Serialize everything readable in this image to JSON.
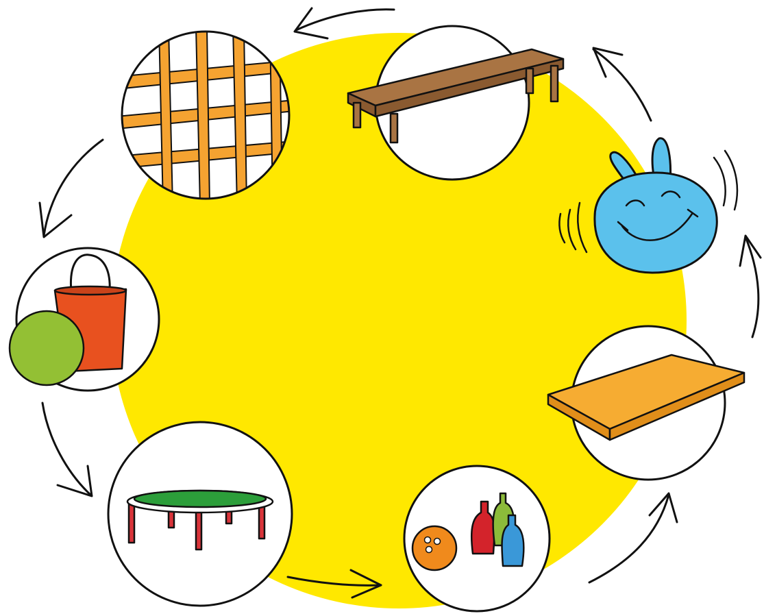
{
  "colors": {
    "background": "#ffffff",
    "center_circle": "#ffe800",
    "outline": "#111111",
    "bench_wood": "#a97443",
    "climbing_net": "#f5a331",
    "ball_green": "#93c034",
    "tote_bag": "#e8511f",
    "trampoline_mat": "#2c9e3a",
    "trampoline_legs": "#d9343a",
    "bowling_ball": "#f08a1c",
    "pin_red": "#d3232b",
    "pin_green": "#8cbb3a",
    "pin_blue": "#3a98d8",
    "board": "#f6ac32",
    "mascot": "#5bc1ec"
  },
  "cycle": {
    "direction": "counter-clockwise",
    "stations": [
      {
        "id": "bench",
        "icon": "bench-icon"
      },
      {
        "id": "climbing-net",
        "icon": "climbing-net-icon"
      },
      {
        "id": "ball-and-bag",
        "icon": "ball-and-bag-icon"
      },
      {
        "id": "trampoline",
        "icon": "trampoline-icon"
      },
      {
        "id": "bowling",
        "icon": "bowling-icon"
      },
      {
        "id": "board",
        "icon": "board-icon"
      },
      {
        "id": "mascot",
        "icon": "mascot-icon"
      }
    ]
  }
}
